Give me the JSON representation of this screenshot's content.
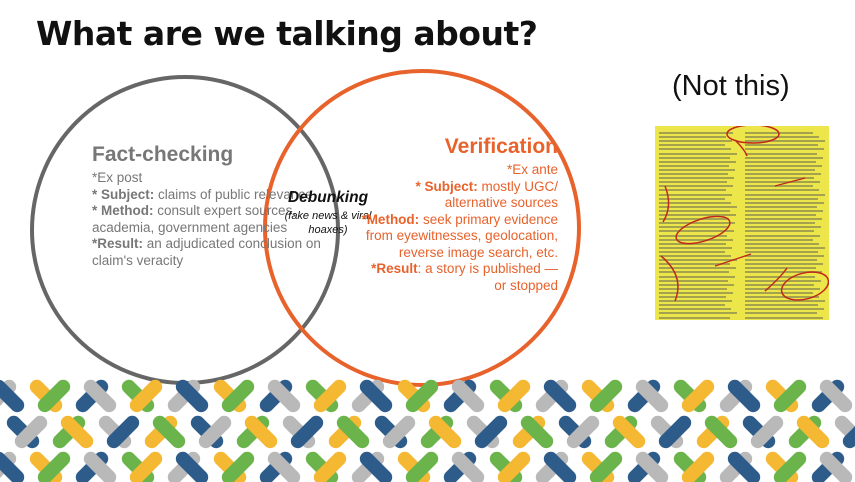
{
  "slide": {
    "title": "What are we talking about?",
    "aside_label": "(Not this)"
  },
  "fact_checking": {
    "title": "Fact-checking",
    "timing": "*Ex post",
    "subject_label": "* Subject:",
    "subject_text": " claims of public relevance",
    "method_label": "* Method:",
    "method_text": " consult expert sources, academia, government agencies",
    "result_label": "*Result:",
    "result_text": " an adjudicated conclusion on claim's veracity"
  },
  "verification": {
    "title": "Verification",
    "timing": "*Ex ante",
    "subject_label": "* Subject:",
    "subject_text": " mostly UGC/ alternative sources",
    "method_label": "*Method:",
    "method_text": " seek primary evidence from eyewitnesses, geolocation, reverse image search, etc.",
    "result_label": "*Result",
    "result_text": ": a story is published — or stopped"
  },
  "debunking": {
    "title": "Debunking",
    "subtitle": "(fake news & viral hoaxes)"
  },
  "colors": {
    "fact_checking": "#666666",
    "verification": "#e8622c",
    "document_highlight": "#ede64a",
    "annotation_red": "#c0281c",
    "pattern": [
      "#b9b9b9",
      "#f4b833",
      "#2e5c8a",
      "#6ab44b"
    ]
  },
  "icons": {
    "document": "annotated-newspaper-clipping"
  }
}
